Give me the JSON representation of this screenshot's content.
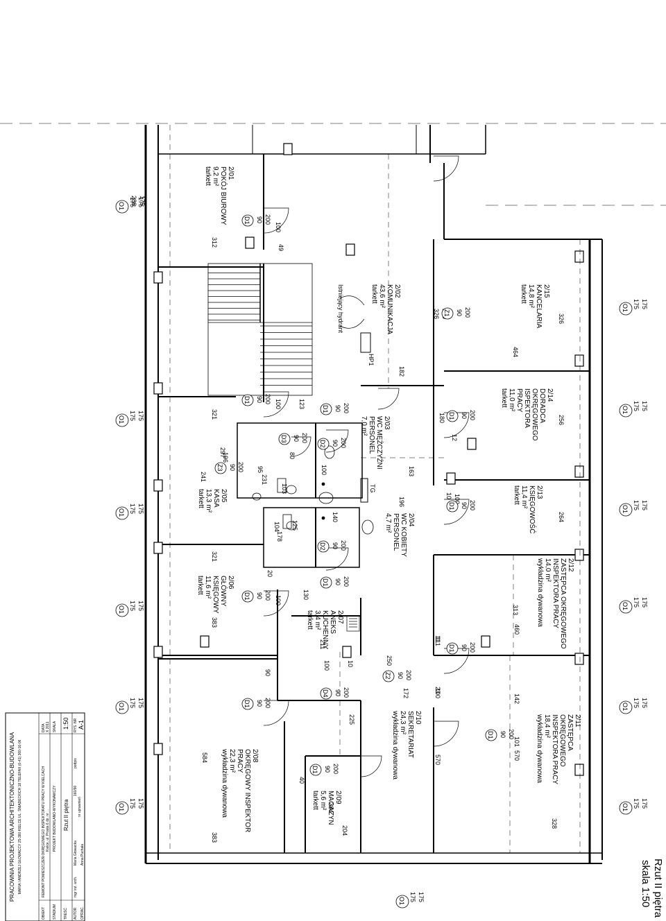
{
  "title": {
    "name": "Rzut II piętra",
    "scale": "skala 1:50"
  },
  "title_block": {
    "firm": "PRACOWNIA PROJEKTOWA ARCHITEKTONICZNO-BUDOWLANA",
    "firm_address": "MARIA I ANDRZEJ GŁOWACCY 25-380 KIELCE UL. ŚNIADECKICH 18 TELEFAX (0-41) 360-16-06",
    "obiekt_label": "OBIEKT",
    "obiekt": "REMONT POMIESZCZEŃ OKRĘGOWEGO INSPEKTORATU PRACY W KIELCACH",
    "address": "Kielce, ul. Prosta 6 dz. nr ...",
    "stadium_label": "STADIUM",
    "stadium": "PROJEKT BUDOWLANO-WYKONAWCZY",
    "tresc_label": "TREŚĆ",
    "tresc": "Rzut II piętra",
    "autor_label": "AUTOR",
    "autor_title": "mgr inż. arch.",
    "autor": "Maria Głowacka",
    "nr_upr_label": "nr uprawnień",
    "nr_upr": "160/90",
    "podpis_label": "podpis",
    "opracowal_label": "OPRAC.",
    "opracowal": "Anna Puchała",
    "data_label": "DATA",
    "data": "X 2011",
    "skala_label": "SKALA",
    "skala": "1:50",
    "rys_label": "RYS. NR",
    "rys_nr": "A-1"
  },
  "rooms": [
    {
      "id": "201",
      "lines": [
        "2/01",
        "POKÓJ BIUROWY",
        "9,2 m²",
        "tarkett"
      ]
    },
    {
      "id": "202",
      "lines": [
        "2/02",
        "KOMUNIKACJA",
        "43,6 m²",
        "tarkett"
      ]
    },
    {
      "id": "203",
      "lines": [
        "2/03",
        "WC MĘŻCZYŹNI",
        "PERSONEL",
        "7,0 m²"
      ]
    },
    {
      "id": "204",
      "lines": [
        "2/04",
        "WC KOBIETY",
        "PERSONEL",
        "4,7 m²"
      ]
    },
    {
      "id": "205",
      "lines": [
        "2/05",
        "KASA",
        "13,3 m²",
        "tarkett"
      ]
    },
    {
      "id": "206",
      "lines": [
        "2/06",
        "GŁÓWNY",
        "KSIĘGOWY",
        "11,6 m²",
        "tarkett"
      ]
    },
    {
      "id": "207",
      "lines": [
        "2/07",
        "ANEKS",
        "KUCHENNY",
        "3,4 m²",
        "tarkett"
      ]
    },
    {
      "id": "208",
      "lines": [
        "2/08",
        "OKRĘGOWY INSPEKTOR",
        "PRACY",
        "22,3 m²",
        "wykładzina dywanowa"
      ]
    },
    {
      "id": "209",
      "lines": [
        "2/09",
        "MAGAZYN",
        "5,6 m²",
        "tarkett"
      ]
    },
    {
      "id": "210",
      "lines": [
        "2/10",
        "SEKRETARIAT",
        "24,3 m²",
        "wykładzina dywanowa"
      ]
    },
    {
      "id": "211",
      "lines": [
        "2/11",
        "ZASTĘPCA",
        "OKRĘGOWEGO",
        "INSPEKTORA PRACY",
        "18,4 m²",
        "wykładzina dywanowa"
      ]
    },
    {
      "id": "212",
      "lines": [
        "2/12",
        "ZASTĘPCA OKRĘGOWEGO",
        "INSPEKTORA PRACY",
        "14,0 m²",
        "wykładzina dywanowa"
      ]
    },
    {
      "id": "213",
      "lines": [
        "2/13",
        "KSIĘGOWOŚĆ",
        "11,4 m²",
        "tarkett"
      ]
    },
    {
      "id": "214",
      "lines": [
        "2/14",
        "DORADCA",
        "OKRĘGOWEGO",
        "ISPEKTORA",
        "PRACY",
        "11,0 m²",
        "tarkett"
      ]
    },
    {
      "id": "215",
      "lines": [
        "2/15",
        "KANCELARIA",
        "14,8 m²",
        "tarkett"
      ]
    }
  ],
  "labels": {
    "hydrant": "Istniejący hydrant",
    "hp": "HP1",
    "tg": "TG",
    "window_tag": "O1",
    "d1": "D1",
    "d2": "D2",
    "d3": "D3",
    "d4": "D4",
    "z1": "Z1",
    "z2": "Z2",
    "z3": "Z3"
  },
  "dims": {
    "top_left": [
      "288",
      "175"
    ],
    "pairs": [
      "175",
      "175"
    ],
    "d312": "312",
    "d321": "321",
    "d241": "241",
    "d297": "297",
    "d196": "196",
    "d383": "383",
    "d584": "584",
    "d182": "182",
    "d464": "464",
    "d326": "326",
    "d250": "250",
    "d256": "256",
    "d264": "264",
    "d313": "313",
    "d460": "460",
    "d570": "570",
    "d328": "328",
    "d225": "225",
    "d284": "284",
    "d204": "204",
    "d163": "163",
    "d140": "140",
    "d172": "172",
    "d111": "111",
    "d142": "142",
    "d101": "101",
    "d100": "100",
    "d90": "90",
    "d200": "200",
    "d23": "23",
    "d40": "40",
    "d130": "130",
    "d104": "104",
    "d123": "123",
    "d95": "95",
    "d231": "231",
    "d103": "103",
    "d80": "80",
    "d178": "178",
    "d125": "125",
    "d211": "211",
    "d11": "11",
    "d3": "3",
    "d49": "49",
    "d20": "20",
    "d10": "10",
    "d12": "12",
    "d180": "180"
  }
}
